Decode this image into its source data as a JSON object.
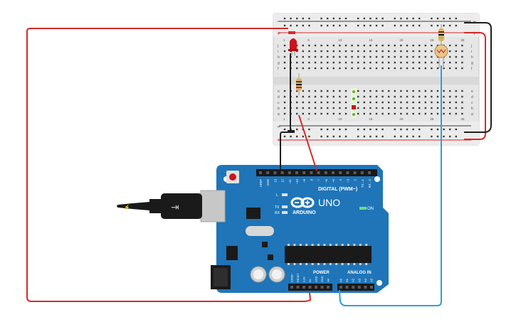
{
  "colors": {
    "wire_red": "#d42a2a",
    "wire_black": "#1f1f1f",
    "wire_blue": "#2aa2d6",
    "board_blue": "#1f75b8",
    "breadboard": "#e6e6e6",
    "led": "#c8161c",
    "usb_gray": "#c7c7c7"
  },
  "breadboard": {
    "col_numbers": [
      "1",
      "5",
      "10",
      "15",
      "20",
      "25",
      "30"
    ],
    "row_letters_top": [
      "j",
      "i",
      "h",
      "g",
      "f"
    ],
    "row_letters_bottom": [
      "e",
      "d",
      "c",
      "b",
      "a"
    ],
    "rail_plus": "+",
    "rail_minus": "−"
  },
  "arduino": {
    "brand": "ARDUINO",
    "model": "UNO",
    "digital_label": "DIGITAL (PWM~)",
    "analog_label": "ANALOG IN",
    "power_label": "POWER",
    "on_label": "ON",
    "l_label": "L",
    "tx_label": "TX",
    "rx_label": "RX",
    "digital_pins": [
      "AREF",
      "GND",
      "13",
      "12",
      "~11",
      "~10",
      "~9",
      "8",
      "7",
      "~6",
      "~5",
      "4",
      "~3",
      "2",
      "TX→1",
      "RX←0"
    ],
    "power_pins": [
      "IOREF",
      "RESET",
      "3.3V",
      "5V",
      "GND",
      "GND",
      "Vin"
    ],
    "analog_pins": [
      "A0",
      "A1",
      "A2",
      "A3",
      "A4",
      "A5"
    ]
  }
}
